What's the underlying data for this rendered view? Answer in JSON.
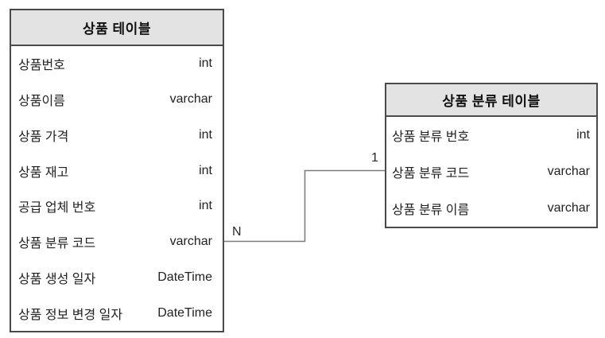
{
  "diagram": {
    "type": "entity-relationship",
    "colors": {
      "header_bg": "#e3e3e3",
      "border": "#4a4a4a",
      "connector": "#7d7d7d",
      "text": "#222222"
    },
    "tables": [
      {
        "id": "product",
        "title": "상품 테이블",
        "columns": [
          {
            "name": "상품번호",
            "type": "int"
          },
          {
            "name": "상품이름",
            "type": "varchar"
          },
          {
            "name": "상품 가격",
            "type": "int"
          },
          {
            "name": "상품 재고",
            "type": "int"
          },
          {
            "name": "공급 업체 번호",
            "type": "int"
          },
          {
            "name": "상품 분류 코드",
            "type": "varchar"
          },
          {
            "name": "상품 생성 일자",
            "type": "DateTime"
          },
          {
            "name": "상품 정보 변경 일자",
            "type": "DateTime"
          }
        ]
      },
      {
        "id": "product-category",
        "title": "상품 분류 테이블",
        "columns": [
          {
            "name": "상품 분류 번호",
            "type": "int"
          },
          {
            "name": "상품 분류 코드",
            "type": "varchar"
          },
          {
            "name": "상품 분류 이름",
            "type": "varchar"
          }
        ]
      }
    ],
    "relationship": {
      "from_table": "상품 테이블",
      "from_column": "상품 분류 코드",
      "to_table": "상품 분류 테이블",
      "to_column": "상품 분류 코드",
      "many_label": "N",
      "one_label": "1"
    }
  }
}
